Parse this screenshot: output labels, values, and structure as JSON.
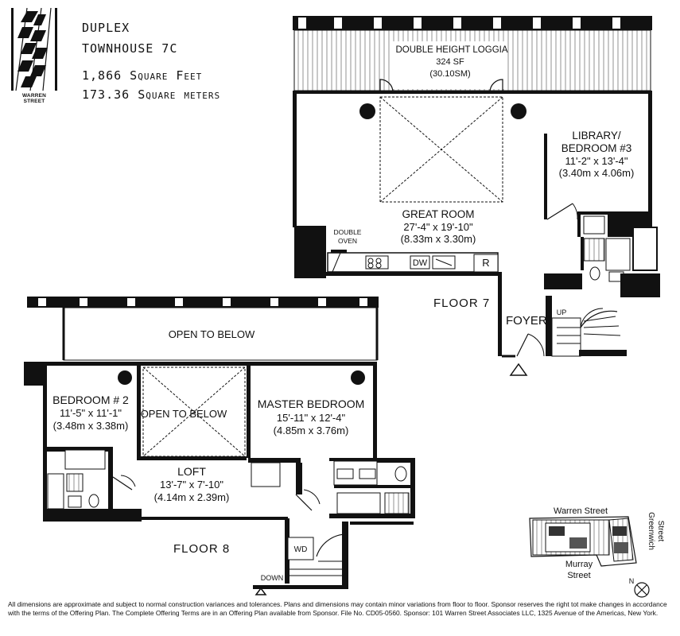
{
  "header": {
    "logo_text": "WARREN STREET",
    "line1": "DUPLEX",
    "line2": "TOWNHOUSE 7C",
    "line3": "1,866 Square Feet",
    "line4": "173.36 Square meters"
  },
  "floor7": {
    "label": "FLOOR 7",
    "loggia": {
      "name": "DOUBLE HEIGHT LOGGIA",
      "area": "324 SF",
      "metric": "(30.10SM)"
    },
    "great_room": {
      "name": "GREAT ROOM",
      "dims": "27'-4\" x 19'-10\"",
      "metric": "(8.33m x 3.30m)"
    },
    "library": {
      "name_line1": "LIBRARY/",
      "name_line2": "BEDROOM #3",
      "dims": "11'-2\" x 13'-4\"",
      "metric": "(3.40m x 4.06m)"
    },
    "double_oven_line1": "DOUBLE",
    "double_oven_line2": "OVEN",
    "dw": "DW",
    "fridge": "R",
    "foyer": "FOYER",
    "up": "UP"
  },
  "floor8": {
    "label": "FLOOR 8",
    "open_to_below_top": "OPEN TO BELOW",
    "open_to_below_mid": "OPEN TO BELOW",
    "bedroom2": {
      "name": "BEDROOM # 2",
      "dims": "11'-5\" x 11'-1\"",
      "metric": "(3.48m x 3.38m)"
    },
    "master": {
      "name": "MASTER BEDROOM",
      "dims": "15'-11\" x 12'-4\"",
      "metric": "(4.85m x 3.76m)"
    },
    "loft": {
      "name": "LOFT",
      "dims": "13'-7\" x 7'-10\"",
      "metric": "(4.14m x 2.39m)"
    },
    "wd": "WD",
    "down": "DOWN"
  },
  "keymap": {
    "warren": "Warren Street",
    "greenwich_line1": "Greenwich",
    "greenwich_line2": "Street",
    "murray_line1": "Murray",
    "murray_line2": "Street",
    "north": "N"
  },
  "disclaimer": "All dimensions are approximate and subject to normal construction variances and tolerances. Plans and dimensions may contain minor variations from floor to floor. Sponsor reserves the right tot make changes in accordance with the terms of the Offering Plan. The Complete Offering Terms are in an Offering Plan available from Sponsor. File No. CD05-0560. Sponsor: 101 Warren Street Associates LLC, 1325 Avenue of the Americas, New York."
}
